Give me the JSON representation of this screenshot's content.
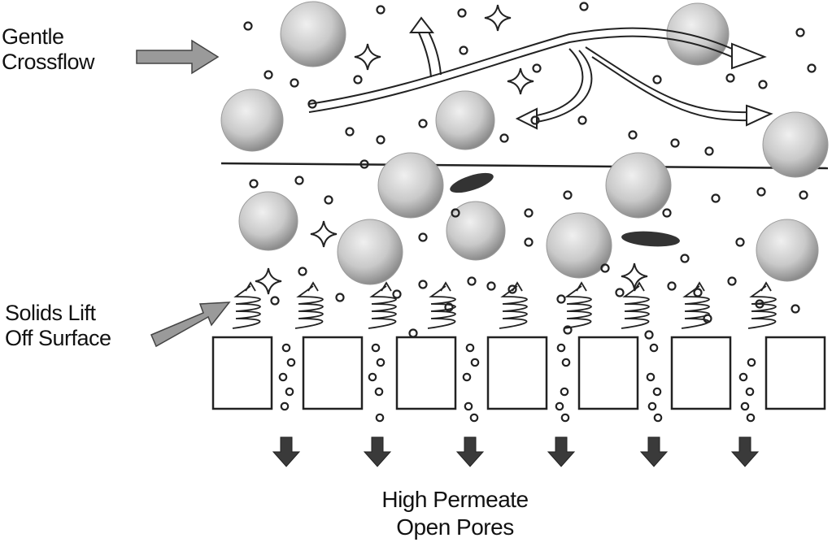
{
  "labels": {
    "crossflow": [
      "Gentle",
      "Crossflow"
    ],
    "lift": [
      "Solids Lift",
      "Off Surface"
    ],
    "permeate": [
      "High Permeate",
      "Open Pores"
    ]
  },
  "colors": {
    "ink": "#111111",
    "particle": "#c9c9c9",
    "particle_shade": "#8c8c8c",
    "arrow_fill": "#d8d8d8",
    "permeate_arrow": "#3a3a3a"
  }
}
